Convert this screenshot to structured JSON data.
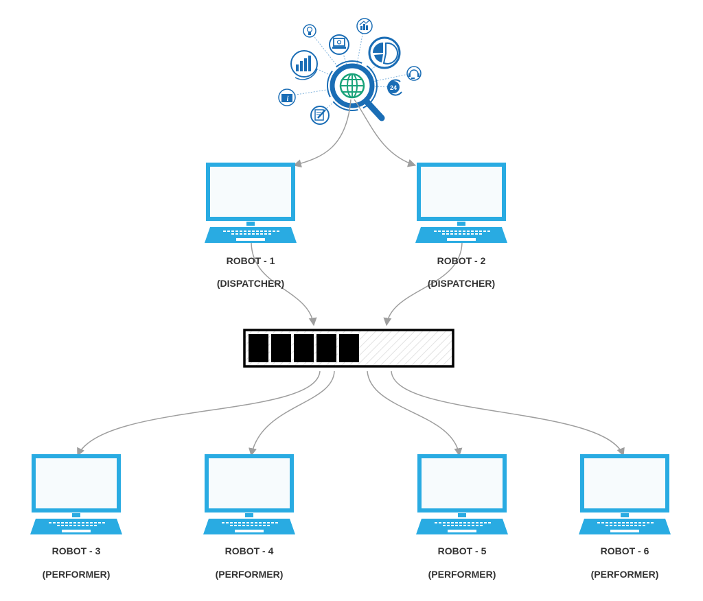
{
  "diagram": {
    "title": "",
    "colors": {
      "laptop": "#29abe2",
      "screen": "#f7fbfd",
      "connector": "#9e9e9e",
      "queue_border": "#000000",
      "queue_block": "#000000",
      "icon_blue": "#1a6db5",
      "icon_green": "#1aa37a",
      "label": "#333333"
    },
    "source": {
      "name": "search-network-hub",
      "icon": "magnifier-globe-icon",
      "satellite_icons": [
        "lightbulb-icon",
        "laptop-gear-icon",
        "growth-chart-icon",
        "bar-chart-icon",
        "pie-chart-icon",
        "headset-icon",
        "24h-icon",
        "folder-info-icon",
        "document-edit-icon"
      ]
    },
    "queue": {
      "name": "work-queue",
      "filled_blocks": 5,
      "fill_fraction": 0.5
    },
    "robots": [
      {
        "id": "robot-1",
        "label": "ROBOT - 1",
        "role": "(DISPATCHER)"
      },
      {
        "id": "robot-2",
        "label": "ROBOT - 2",
        "role": "(DISPATCHER)"
      },
      {
        "id": "robot-3",
        "label": "ROBOT - 3",
        "role": "(PERFORMER)"
      },
      {
        "id": "robot-4",
        "label": "ROBOT - 4",
        "role": "(PERFORMER)"
      },
      {
        "id": "robot-5",
        "label": "ROBOT - 5",
        "role": "(PERFORMER)"
      },
      {
        "id": "robot-6",
        "label": "ROBOT - 6",
        "role": "(PERFORMER)"
      }
    ],
    "edges": [
      {
        "from": "search-network-hub",
        "to": "robot-1"
      },
      {
        "from": "search-network-hub",
        "to": "robot-2"
      },
      {
        "from": "robot-1",
        "to": "work-queue"
      },
      {
        "from": "robot-2",
        "to": "work-queue"
      },
      {
        "from": "work-queue",
        "to": "robot-3"
      },
      {
        "from": "work-queue",
        "to": "robot-4"
      },
      {
        "from": "work-queue",
        "to": "robot-5"
      },
      {
        "from": "work-queue",
        "to": "robot-6"
      }
    ]
  }
}
